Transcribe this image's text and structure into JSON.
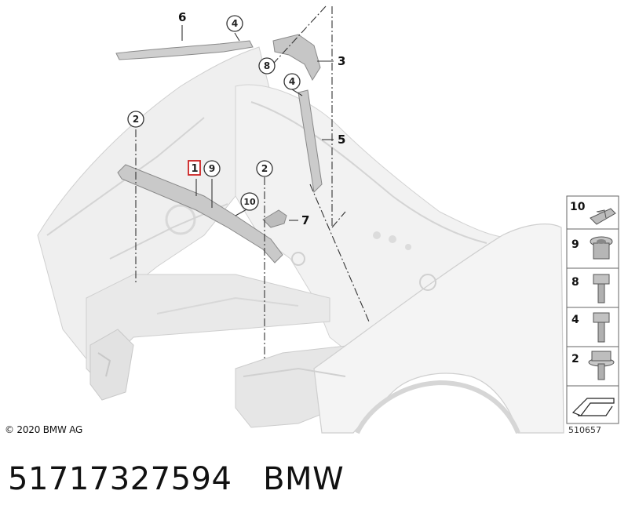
{
  "diagram": {
    "copyright": "© 2020 BMW AG",
    "drawing_number": "510657",
    "callouts": {
      "part_1": "1",
      "part_2a": "2",
      "part_2b": "2",
      "part_3": "3",
      "part_4a": "4",
      "part_4b": "4",
      "part_5": "5",
      "part_6": "6",
      "part_7": "7",
      "part_8": "8",
      "part_9": "9",
      "part_10": "10"
    },
    "legend": [
      "10",
      "9",
      "8",
      "4",
      "2"
    ],
    "colors": {
      "highlight": "#cc2222",
      "body_fill": "#eeeeee",
      "line": "#bfbfbf",
      "part_fill": "#c8c8c8"
    }
  },
  "part_number": "51717327594",
  "brand": "BMW"
}
